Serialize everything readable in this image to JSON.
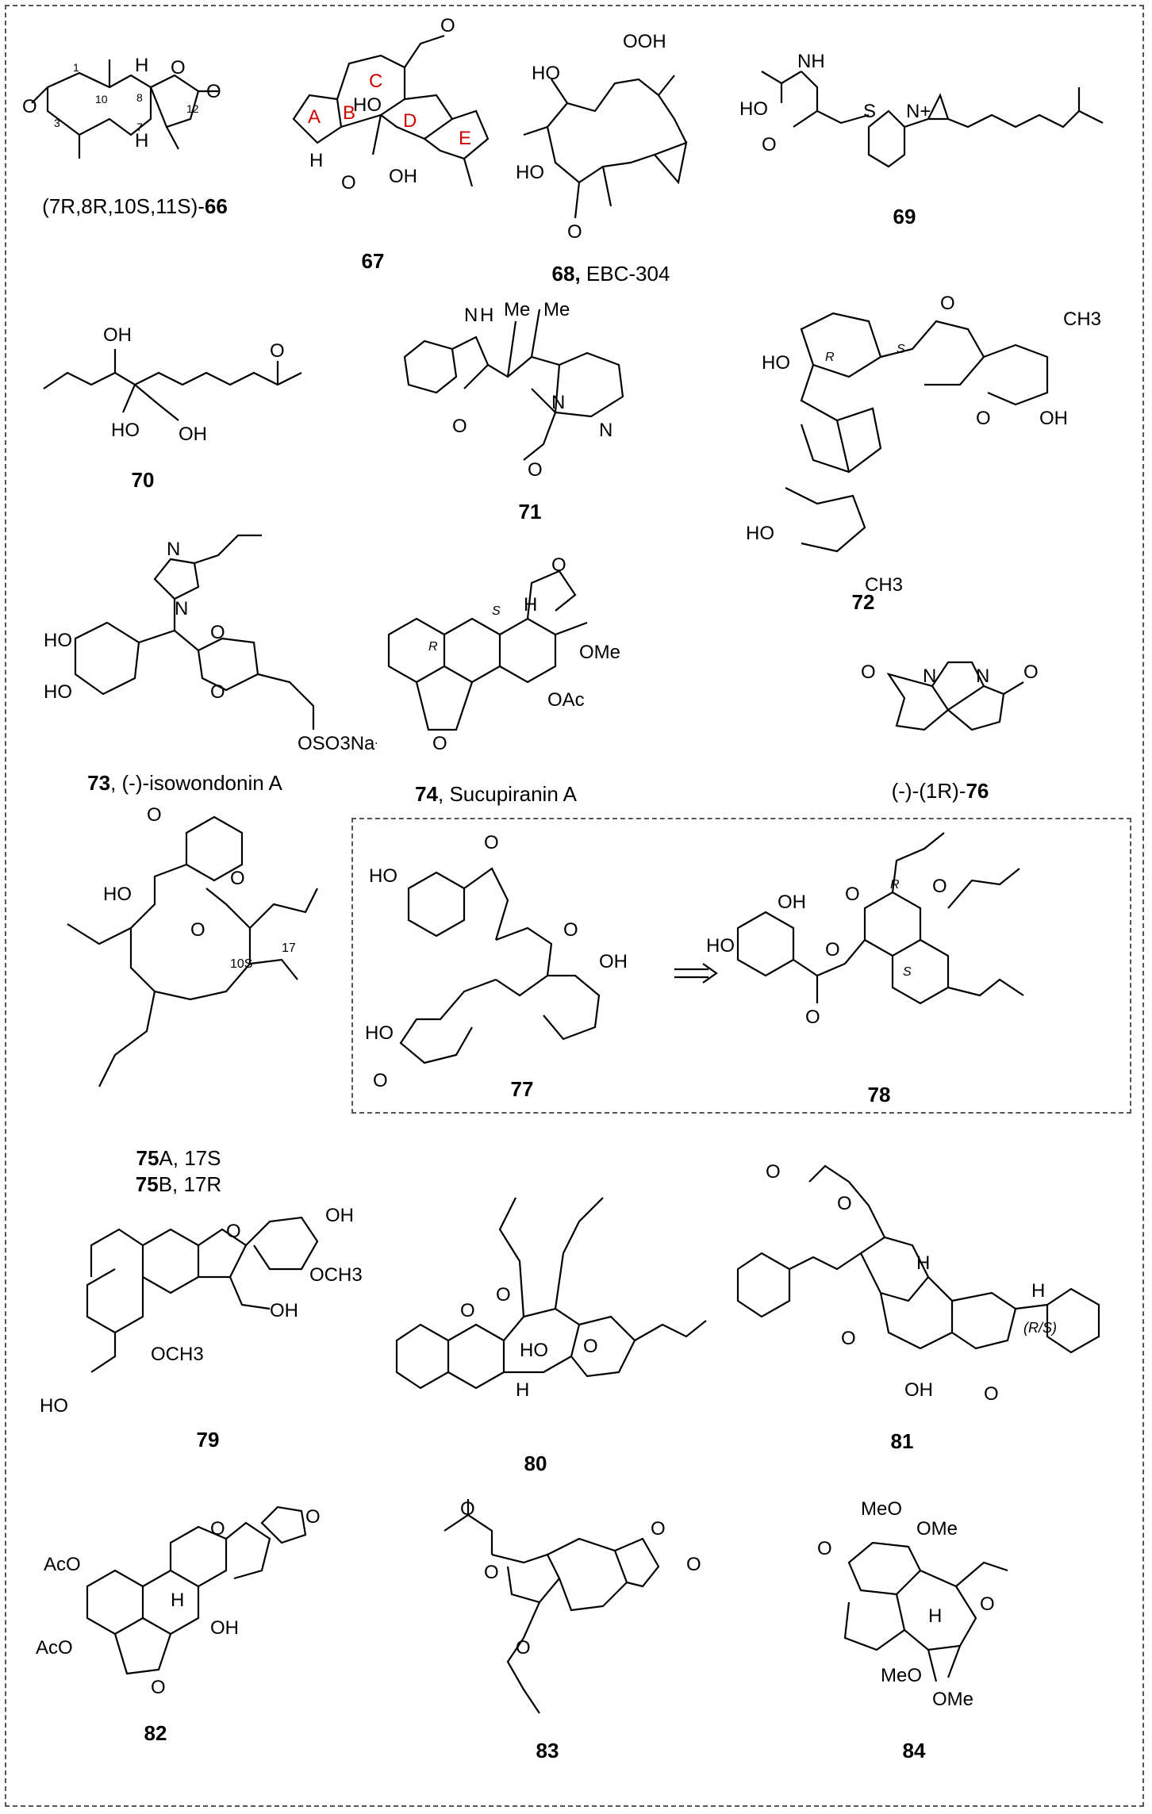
{
  "figure": {
    "compounds": [
      {
        "id": "66",
        "caption_pre": "(7R,8R,10S,11S)-",
        "caption_num": "66",
        "caption_post": "",
        "labels": [
          "O",
          "O",
          "O",
          "H",
          "H",
          "1",
          "3",
          "7",
          "8",
          "10",
          "12"
        ]
      },
      {
        "id": "67",
        "caption_pre": "",
        "caption_num": "67",
        "caption_post": "",
        "labels": [
          "A",
          "B",
          "C",
          "D",
          "E",
          "HO",
          "OH",
          "O",
          "O",
          "H"
        ]
      },
      {
        "id": "68",
        "caption_pre": "",
        "caption_num": "68,",
        "caption_post": " EBC-304",
        "labels": [
          "HO",
          "OOH",
          "HO",
          "O"
        ]
      },
      {
        "id": "69",
        "caption_pre": "",
        "caption_num": "69",
        "caption_post": "",
        "labels": [
          "NH",
          "HO",
          "O",
          "S",
          "N+"
        ]
      },
      {
        "id": "70",
        "caption_pre": "",
        "caption_num": "70",
        "caption_post": "",
        "labels": [
          "OH",
          "HO",
          "OH",
          "O"
        ]
      },
      {
        "id": "71",
        "caption_pre": "",
        "caption_num": "71",
        "caption_post": "",
        "labels": [
          "N",
          "H",
          "Me",
          "Me",
          "O",
          "O",
          "N",
          "N"
        ]
      },
      {
        "id": "72",
        "caption_pre": "",
        "caption_num": "72",
        "caption_post": "",
        "labels": [
          "HO",
          "CH3",
          "OH",
          "HO",
          "CH3",
          "O",
          "O",
          "R",
          "S"
        ]
      },
      {
        "id": "73",
        "caption_pre": "",
        "caption_num": "73",
        "caption_post": ", (-)-isowondonin A",
        "labels": [
          "N",
          "N",
          "HO",
          "HO",
          "O",
          "O",
          "OSO3Na+"
        ]
      },
      {
        "id": "74",
        "caption_pre": "",
        "caption_num": "74",
        "caption_post": ", Sucupiranin A",
        "labels": [
          "O",
          "H",
          "S",
          "R",
          "OMe",
          "OAc",
          "O"
        ]
      },
      {
        "id": "76",
        "caption_pre": "(-)-(1R)-",
        "caption_num": "76",
        "caption_post": "",
        "labels": [
          "O",
          "N",
          "N",
          "O"
        ]
      },
      {
        "id": "75",
        "caption_pre": "",
        "caption_num": "75",
        "caption_post": "A, 17S",
        "caption2_num": "75",
        "caption2_post": "B, 17R",
        "labels": [
          "HO",
          "O",
          "O",
          "O",
          "10S",
          "17"
        ]
      },
      {
        "id": "77",
        "caption_pre": "",
        "caption_num": "77",
        "caption_post": "",
        "labels": [
          "HO",
          "O",
          "O",
          "OH",
          "HO",
          "O"
        ]
      },
      {
        "id": "78",
        "caption_pre": "",
        "caption_num": "78",
        "caption_post": "",
        "labels": [
          "OH",
          "HO",
          "O",
          "O",
          "O",
          "O",
          "R",
          "S"
        ]
      },
      {
        "id": "79",
        "caption_pre": "",
        "caption_num": "79",
        "caption_post": "",
        "labels": [
          "O",
          "OH",
          "OCH3",
          "OH",
          "HO",
          "OCH3"
        ]
      },
      {
        "id": "80",
        "caption_pre": "",
        "caption_num": "80",
        "caption_post": "",
        "labels": [
          "O",
          "O",
          "HO",
          "O",
          "H"
        ]
      },
      {
        "id": "81",
        "caption_pre": "",
        "caption_num": "81",
        "caption_post": "",
        "labels": [
          "O",
          "O",
          "O",
          "H",
          "H",
          "(R/S)",
          "OH",
          "O"
        ]
      },
      {
        "id": "82",
        "caption_pre": "",
        "caption_num": "82",
        "caption_post": "",
        "labels": [
          "AcO",
          "AcO",
          "O",
          "O",
          "H",
          "OH",
          "O"
        ]
      },
      {
        "id": "83",
        "caption_pre": "",
        "caption_num": "83",
        "caption_post": "",
        "labels": [
          "O",
          "O",
          "O",
          "O",
          "O"
        ]
      },
      {
        "id": "84",
        "caption_pre": "",
        "caption_num": "84",
        "caption_post": "",
        "labels": [
          "MeO",
          "OMe",
          "O",
          "O",
          "H",
          "MeO",
          "OMe"
        ]
      }
    ]
  }
}
